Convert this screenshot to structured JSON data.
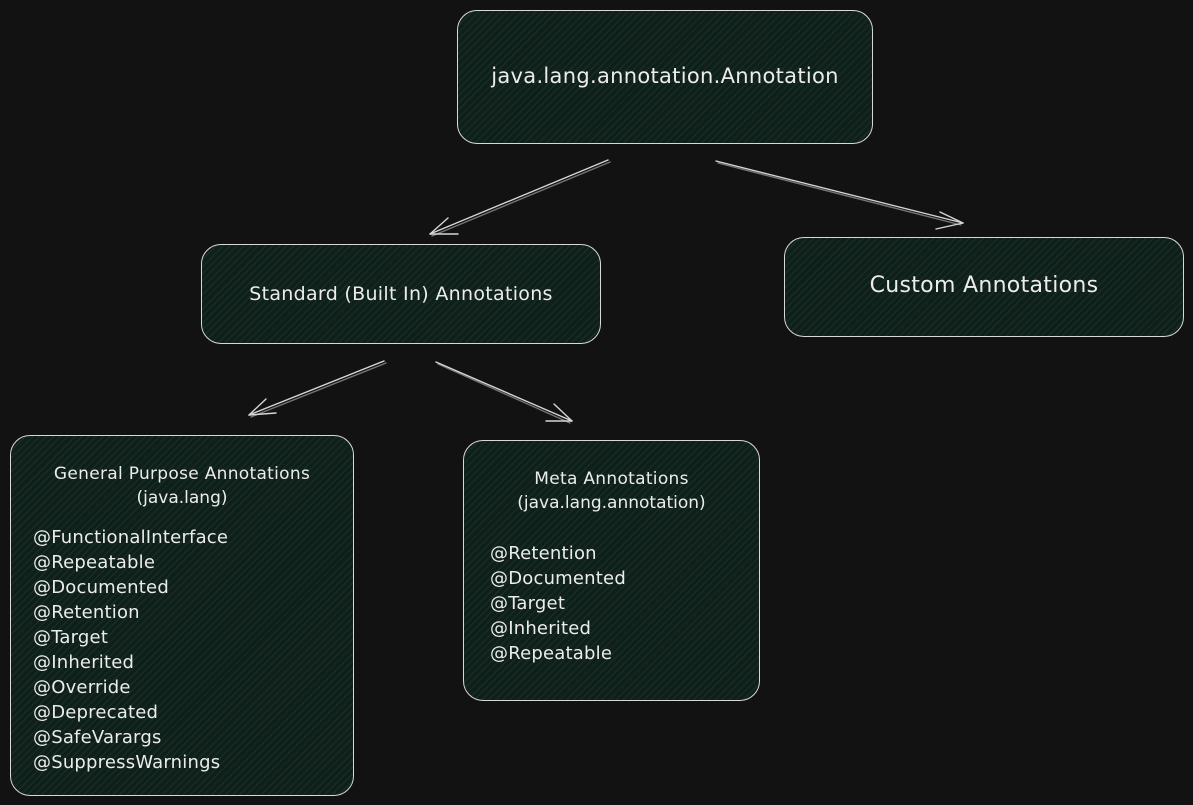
{
  "nodes": {
    "root": {
      "title": "java.lang.annotation.Annotation"
    },
    "standard": {
      "title": "Standard (Built In) Annotations"
    },
    "custom": {
      "title": "Custom Annotations"
    },
    "general_purpose": {
      "title": "General Purpose Annotations",
      "subtitle": "(java.lang)",
      "items": [
        "@FunctionalInterface",
        "@Repeatable",
        "@Documented",
        "@Retention",
        "@Target",
        "@Inherited",
        "@Override",
        "@Deprecated",
        "@SafeVarargs",
        "@SuppressWarnings"
      ]
    },
    "meta": {
      "title": "Meta Annotations",
      "subtitle": "(java.lang.annotation)",
      "items": [
        "@Retention",
        "@Documented",
        "@Target",
        "@Inherited",
        "@Repeatable"
      ]
    }
  },
  "edges": [
    {
      "from": "root",
      "to": "standard"
    },
    {
      "from": "root",
      "to": "custom"
    },
    {
      "from": "standard",
      "to": "general_purpose"
    },
    {
      "from": "standard",
      "to": "meta"
    }
  ],
  "colors": {
    "background": "#121212",
    "node_fill": "#0f1f1a",
    "stroke": "#d8d8d8",
    "text": "#ececec"
  }
}
